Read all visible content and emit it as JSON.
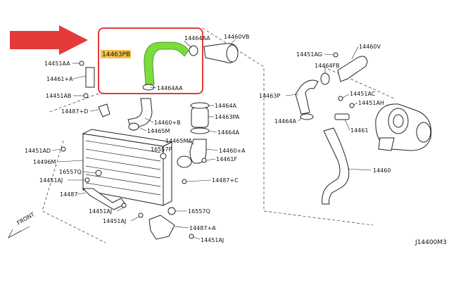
{
  "diagram": {
    "code": "J14400M3",
    "front_label": "FRONT",
    "highlight_label": "14463PB",
    "colors": {
      "highlight_hose": "#7ddc3a",
      "highlight_label_bg": "#f6c14a",
      "highlight_box": "#e53a3a",
      "arrow": "#e53a3a",
      "line": "#222222"
    },
    "labels": {
      "l_14464AA_top": "14464AA",
      "l_14460VB": "14460VB",
      "l_14464AA_bot": "14464AA",
      "l_14451AA": "14451AA",
      "l_14461A": "14461+A",
      "l_14451AB": "14451AB",
      "l_14487D": "14487+D",
      "l_14460B": "14460+B",
      "l_14465M": "14465M",
      "l_14464A_1": "14464A",
      "l_14463PA": "14463PA",
      "l_14464A_2": "14464A",
      "l_14465MA": "14465MA",
      "l_16557P": "16557P",
      "l_14460A": "14460+A",
      "l_14461F": "14461F",
      "l_14451AD": "14451AD",
      "l_14496M": "14496M",
      "l_16557Q_1": "16557Q",
      "l_14451AJ_1": "14451AJ",
      "l_14487": "14487",
      "l_14487C": "14487+C",
      "l_14451AJ_2": "14451AJ",
      "l_14451AJ_3": "14451AJ",
      "l_16557Q_2": "16557Q",
      "l_14487A": "14487+A",
      "l_14451AJ_4": "14451AJ",
      "l_14451AG": "14451AG",
      "l_14460V": "14460V",
      "l_14464FB": "14464FB",
      "l_14463P": "14463P",
      "l_14451AC": "14451AC",
      "l_14451AH": "14451AH",
      "l_14464A_3": "14464A",
      "l_14461": "14461",
      "l_14460": "14460"
    }
  }
}
